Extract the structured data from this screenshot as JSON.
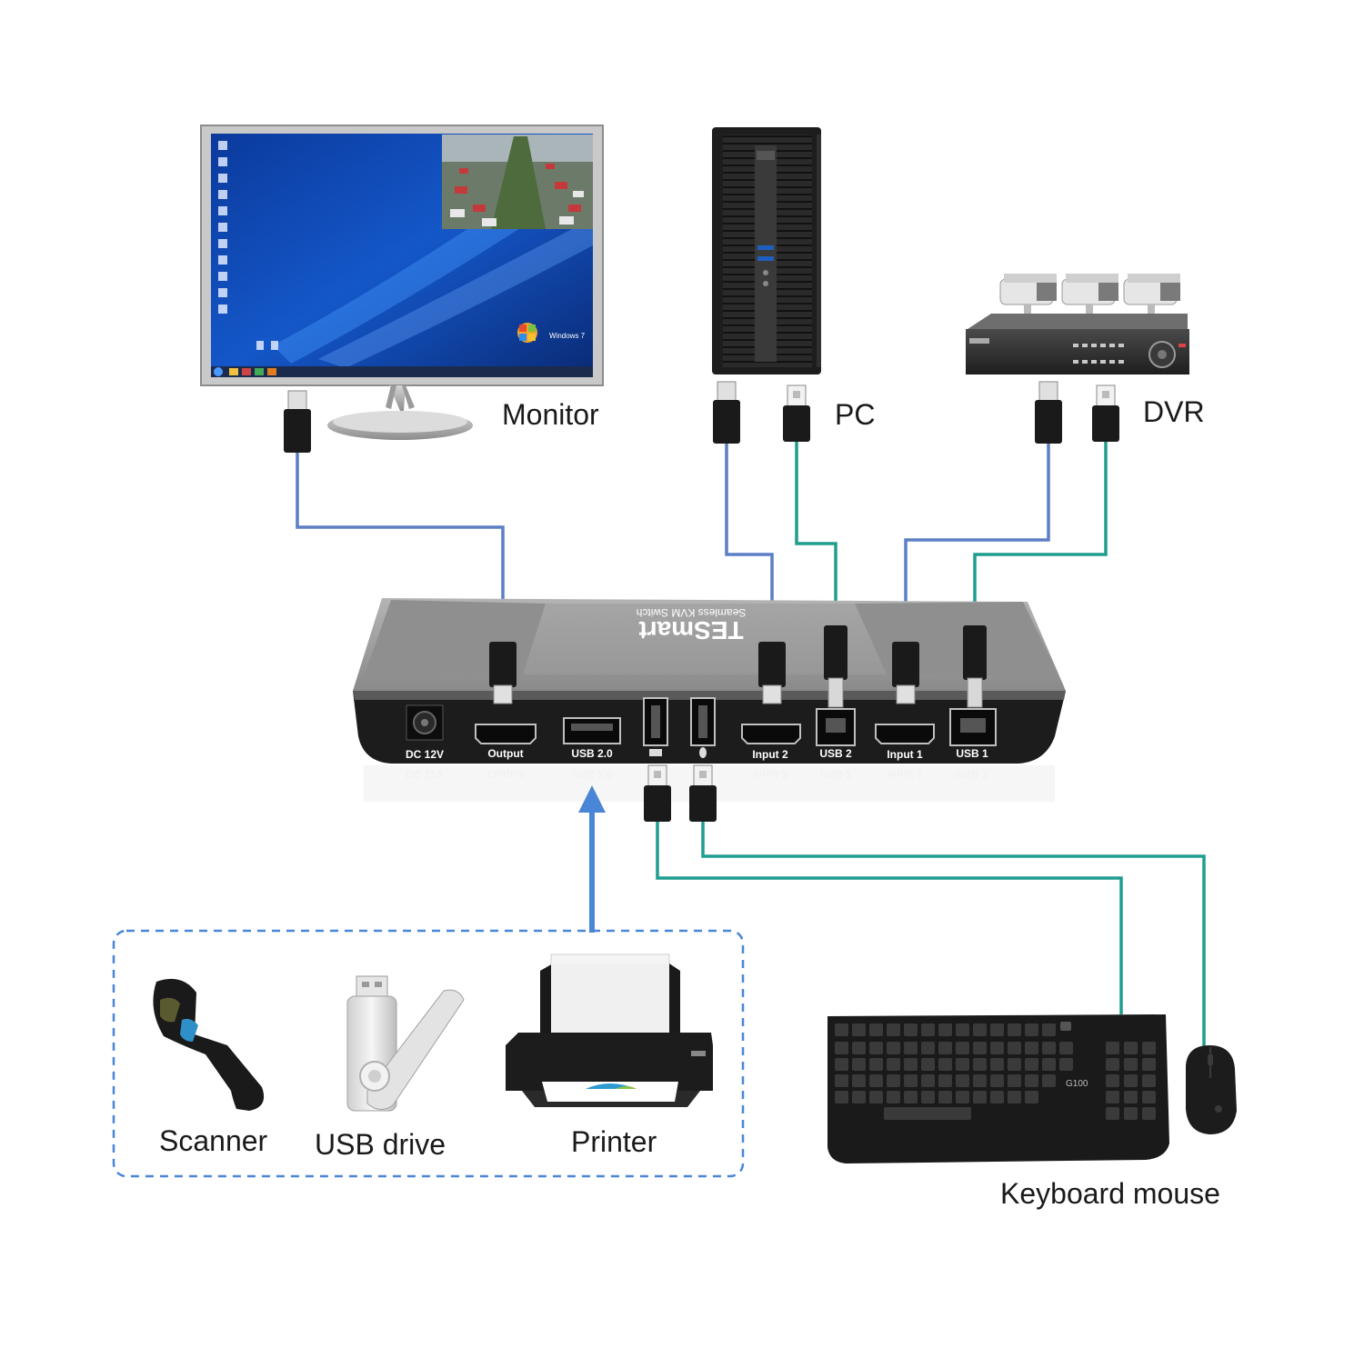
{
  "labels": {
    "monitor": "Monitor",
    "pc": "PC",
    "dvr": "DVR",
    "scanner": "Scanner",
    "usb_drive": "USB drive",
    "printer": "Printer",
    "keyboard_mouse": "Keyboard mouse"
  },
  "switch": {
    "brand": "TESmart",
    "model": "Seamless KVM Switch",
    "ports": {
      "dc": "DC 12V",
      "output": "Output",
      "usb20": "USB 2.0",
      "input2": "Input 2",
      "usb2": "USB 2",
      "input1": "Input 1",
      "usb1": "USB 1"
    }
  },
  "screen": {
    "os_text": "Windows 7"
  },
  "keyboard": {
    "model": "G100"
  },
  "colors": {
    "hdmi_cable": "#5b7fc4",
    "usb_cable": "#1f9e8e",
    "arrow": "#4a86d8",
    "dashed_box": "#4a86d8",
    "switch_body": "#8a8a8a",
    "switch_front": "#1c1c1c"
  }
}
